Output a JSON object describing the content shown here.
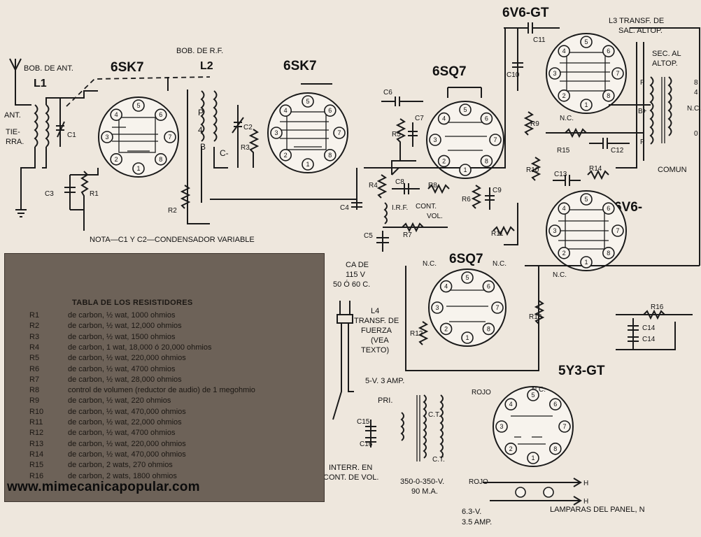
{
  "tubes": {
    "t1": "6SK7",
    "t2": "6SK7",
    "t3": "6SQ7",
    "t4": "6V6-GT",
    "t5": "6V6-",
    "t6": "6SQ7",
    "t7": "5Y3-GT"
  },
  "labels": {
    "bob_ant": "BOB. DE ANT.",
    "l1": "L1",
    "ant": "ANT.",
    "tierra_1": "TIE-",
    "tierra_2": "RRA.",
    "bob_rf": "BOB. DE R.F.",
    "l2": "L2",
    "nota": "NOTA—C1 Y C2—CONDENSADOR VARIABLE",
    "irf": "I.R.F.",
    "cont_vol_1": "CONT.",
    "cont_vol_2": "VOL.",
    "l3_1": "L3 TRANSF. DE",
    "l3_2": "SAL. ALTOP.",
    "sec_1": "SEC. AL",
    "sec_2": "ALTOP.",
    "comun": "COMUN",
    "nc": "N.C.",
    "ca_1": "CA DE",
    "ca_2": "115 V",
    "ca_3": "50 Ó 60 C.",
    "l4_1": "L4",
    "l4_2": "TRANSF. DE",
    "l4_3": "FUERZA",
    "l4_4": "(VEA",
    "l4_5": "TEXTO)",
    "amp5": "5-V. 3 AMP.",
    "pri": "PRI.",
    "rojo": "ROJO",
    "ct": "C.T.",
    "interr_1": "INTERR. EN",
    "interr_2": "CONT. DE VOL.",
    "hv_1": "350-0-350-V.",
    "hv_2": "90 M.A.",
    "fil_1": "6.3-V.",
    "fil_2": "3.5 AMP.",
    "lamparas": "LAMPARAS DEL PANEL, N",
    "h": "H"
  },
  "components": [
    "C1",
    "C2",
    "C3",
    "C4",
    "C5",
    "C6",
    "C7",
    "C8",
    "C9",
    "C10",
    "C11",
    "C12",
    "C13",
    "C14",
    "C15",
    "C16",
    "R1",
    "R2",
    "R3",
    "R4",
    "R5",
    "R6",
    "R7",
    "R8",
    "R9",
    "R10",
    "R11",
    "R12",
    "R13",
    "R14",
    "R15",
    "R16"
  ],
  "table": {
    "title": "TABLA DE LOS RESISTIDORES",
    "rows": [
      {
        "code": "R1",
        "desc": "de carbon, ½ wat, 1000 ohmios"
      },
      {
        "code": "R2",
        "desc": "de carbon, ½ wat, 12,000 ohmios"
      },
      {
        "code": "R3",
        "desc": "de carbon, ½ wat, 1500 ohmios"
      },
      {
        "code": "R4",
        "desc": "de carbon, 1 wat, 18,000 ó 20,000 ohmios"
      },
      {
        "code": "R5",
        "desc": "de carbon, ½ wat, 220,000 ohmios"
      },
      {
        "code": "R6",
        "desc": "de carbon, ½ wat, 4700 ohmios"
      },
      {
        "code": "R7",
        "desc": "de carbon, ½ wat, 28,000 ohmios"
      },
      {
        "code": "R8",
        "desc": "control de volumen (reductor de audio) de 1 megohmio"
      },
      {
        "code": "R9",
        "desc": "de carbon, ½ wat, 220 ohmios"
      },
      {
        "code": "R10",
        "desc": "de carbon, ½ wat, 470,000 ohmios"
      },
      {
        "code": "R11",
        "desc": "de carbon, ½ wat, 22,000 ohmios"
      },
      {
        "code": "R12",
        "desc": "de carbon, ½ wat, 4700 ohmios"
      },
      {
        "code": "R13",
        "desc": "de carbon, ½ wat, 220,000 ohmios"
      },
      {
        "code": "R14",
        "desc": "de carbon, ½ wat, 470,000 ohmios"
      },
      {
        "code": "R15",
        "desc": "de carbon, 2 wats, 270 ohmios"
      },
      {
        "code": "R16",
        "desc": "de carbon, 2 wats, 1800 ohmios"
      }
    ]
  },
  "watermark": "www.mimecanicapopular.com"
}
